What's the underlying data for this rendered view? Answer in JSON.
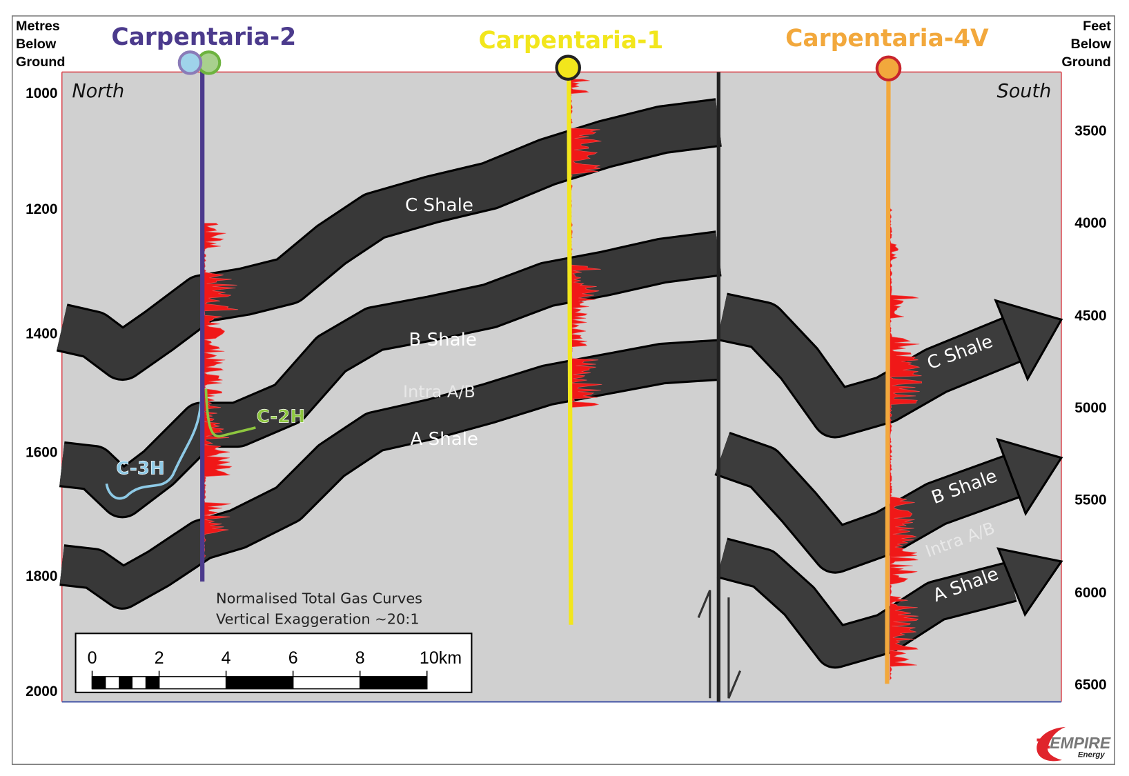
{
  "axes": {
    "left_title": [
      "Metres",
      "Below",
      "Ground"
    ],
    "right_title": [
      "Feet",
      "Below",
      "Ground"
    ],
    "left_ticks": [
      "1000",
      "1200",
      "1400",
      "1600",
      "1800",
      "2000"
    ],
    "right_ticks": [
      "3500",
      "4000",
      "4500",
      "5000",
      "5500",
      "6000",
      "6500"
    ]
  },
  "directions": {
    "north": "North",
    "south": "South"
  },
  "wells": [
    {
      "name": "Carpentaria-2",
      "color": "#4b3a8c"
    },
    {
      "name": "Carpentaria-1",
      "color": "#f2e61c"
    },
    {
      "name": "Carpentaria-4V",
      "color": "#f2a83c"
    }
  ],
  "laterals": [
    {
      "name": "C-3H",
      "color": "#8ecae6"
    },
    {
      "name": "C-2H",
      "color": "#8dc63f"
    }
  ],
  "formations_north": {
    "c": "C Shale",
    "b": "B Shale",
    "intra": "Intra A/B",
    "a": "A Shale"
  },
  "formations_south": {
    "c": "C Shale",
    "b": "B Shale",
    "intra": "Intra A/B",
    "a": "A Shale"
  },
  "notes": [
    "Normalised Total Gas Curves",
    "Vertical Exaggeration ~20:1"
  ],
  "scale_bar": {
    "labels": [
      "0",
      "2",
      "4",
      "6",
      "8",
      "10km"
    ]
  },
  "logo": {
    "name": "EMPIRE",
    "sub": "Energy"
  }
}
